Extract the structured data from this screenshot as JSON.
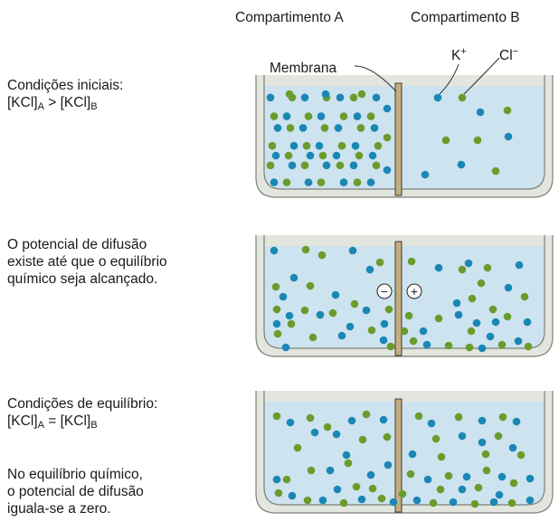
{
  "headers": {
    "compartment_a": "Compartimento A",
    "compartment_b": "Compartimento B"
  },
  "labels": {
    "membrane": "Membrana",
    "potassium": "K",
    "potassium_sup": "+",
    "chloride": "Cl",
    "chloride_sup": "−",
    "minus_sign": "−",
    "plus_sign": "+"
  },
  "panel1": {
    "line1": "Condições iniciais:",
    "conc_prefix": "[KCl]",
    "sub_a": "A",
    "operator": " > ",
    "sub_b": "B"
  },
  "panel2": {
    "line1": "O potencial de difusão",
    "line2": "existe até que o equilíbrio",
    "line3": "químico seja alcançado."
  },
  "panel3": {
    "line1": "Condições de equilíbrio:",
    "conc_prefix": "[KCl]",
    "sub_a": "A",
    "operator": " = ",
    "sub_b": "B",
    "note_line1": "No equilíbrio químico,",
    "note_line2": "o potencial de difusão",
    "note_line3": "iguala-se a zero."
  },
  "colors": {
    "potassium": "#1a87b5",
    "chloride": "#6a9c2c",
    "water": "#cde3ef",
    "container": "#e3e6df",
    "membrane": "#c4ad80"
  }
}
